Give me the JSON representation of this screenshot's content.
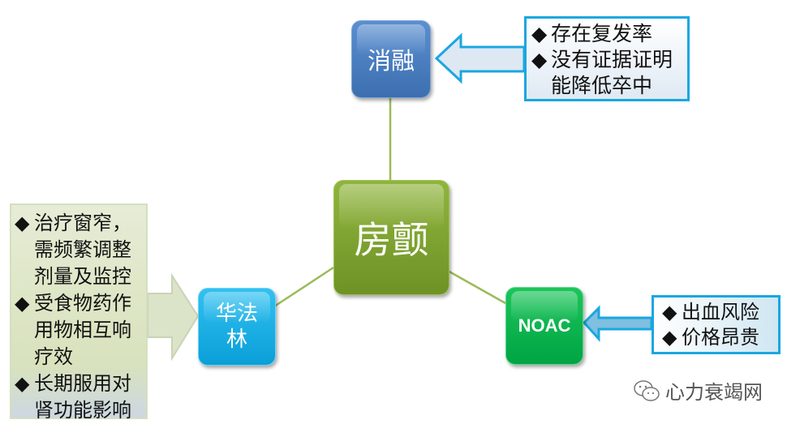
{
  "center": {
    "label": "房颤",
    "color": "#7fa432"
  },
  "nodes": {
    "top": {
      "label": "消融",
      "color": "#4a7fc1"
    },
    "left": {
      "label_line1": "华法",
      "label_line2": "林",
      "color": "#1ab0e8"
    },
    "right": {
      "label": "NOAC",
      "color": "#0fb54f"
    }
  },
  "callouts": {
    "top": {
      "bullet": "◆",
      "items": [
        {
          "lines": [
            "存在复发率"
          ]
        },
        {
          "lines": [
            "没有证据证明",
            "能降低卒中"
          ]
        }
      ]
    },
    "left": {
      "bullet": "◆",
      "items": [
        {
          "lines": [
            "治疗窗窄，",
            "需频繁调整",
            "剂量及监控"
          ]
        },
        {
          "lines": [
            "受食物药作",
            "用物相互响",
            "疗效"
          ]
        },
        {
          "lines": [
            "长期服用对",
            "肾功能影响"
          ]
        }
      ]
    },
    "right": {
      "bullet": "◆",
      "items": [
        {
          "lines": [
            "出血风险"
          ]
        },
        {
          "lines": [
            "价格昂贵"
          ]
        }
      ]
    }
  },
  "watermark": {
    "icon": "wechat-icon",
    "text": "心力衰竭网"
  }
}
